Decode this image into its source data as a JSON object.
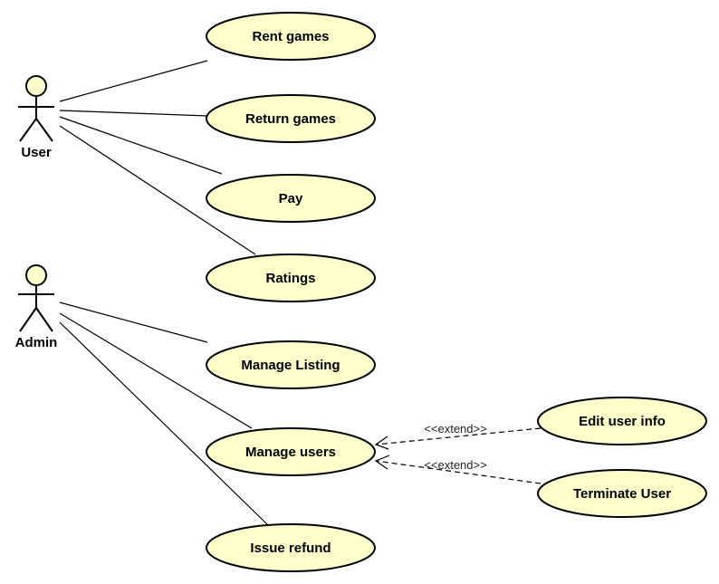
{
  "colors": {
    "usecase_fill": "#ffffcc",
    "actor_head_fill": "#ffffcc",
    "stroke": "#000000"
  },
  "actors": {
    "user": {
      "label": "User"
    },
    "admin": {
      "label": "Admin"
    }
  },
  "use_cases": {
    "rent_games": "Rent games",
    "return_games": "Return games",
    "pay": "Pay",
    "ratings": "Ratings",
    "manage_listing": "Manage Listing",
    "manage_users": "Manage users",
    "issue_refund": "Issue refund",
    "edit_user_info": "Edit user info",
    "terminate_user": "Terminate User"
  },
  "relations": {
    "extend_edit": "<<extend>>",
    "extend_terminate": "<<extend>>"
  }
}
